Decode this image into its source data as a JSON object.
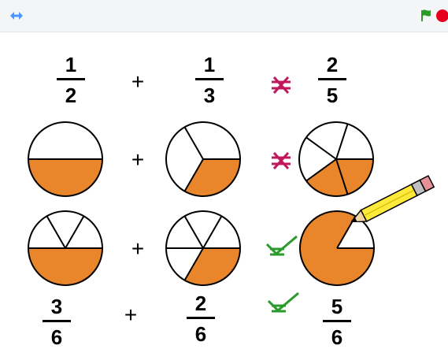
{
  "toolbar": {
    "left_icon": "fullscreen-icon",
    "flag_icon": "green-flag-icon",
    "stop_icon": "stop-icon"
  },
  "rows": {
    "top": {
      "left": {
        "num": "1",
        "den": "2"
      },
      "operator": "+",
      "middle": {
        "num": "1",
        "den": "3"
      },
      "right": {
        "num": "2",
        "den": "5"
      }
    },
    "bottom": {
      "left": {
        "num": "3",
        "den": "6"
      },
      "operator": "+",
      "middle": {
        "num": "2",
        "den": "6"
      },
      "right": {
        "num": "5",
        "den": "6"
      }
    },
    "pies_row1": {
      "left_fraction": "1/2",
      "middle_fraction": "1/3",
      "right_fraction": "2/5",
      "operator": "+"
    },
    "pies_row2": {
      "left_fraction": "3/6",
      "middle_fraction": "2/6",
      "right_fraction": "5/6",
      "operator": "+"
    }
  },
  "marks": [
    {
      "kind": "not-equal-cross",
      "color": "#c0185d"
    },
    {
      "kind": "not-equal-cross",
      "color": "#c0185d"
    },
    {
      "kind": "equal-check",
      "color": "#2a9a2a"
    },
    {
      "kind": "equal-check",
      "color": "#2a9a2a"
    }
  ],
  "colors": {
    "fill": "#e9862c",
    "outline": "#000000",
    "pencil_body": "#ffea3b",
    "pencil_band": "#bfbfbf",
    "eraser": "#e79097",
    "stop": "#e6001e",
    "flag": "#2a9a2a",
    "toolbar_icon": "#4c97ff"
  },
  "icons": {
    "pencil": "pencil-icon"
  }
}
